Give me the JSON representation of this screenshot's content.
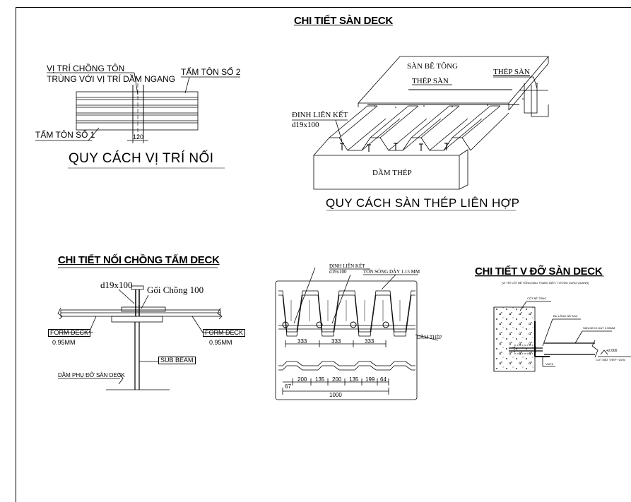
{
  "titles": {
    "main": "CHI TIẾT SÀN DECK",
    "joint_position": "QUY CÁCH VỊ TRÍ NỐI",
    "composite_floor": "QUY CÁCH SÀN THÉP LIÊN HỢP",
    "overlap_detail": "CHI TIẾT NỐI CHỒNG TẤM DECK",
    "angle_support": "CHI TIẾT V ĐỠ SÀN DECK"
  },
  "joint_position": {
    "overlap_label_line1": "VỊ TRÍ CHỒNG TÔN",
    "overlap_label_line2": "TRÙNG VỚI VỊ TRÍ DẦM NGANG",
    "sheet2": "TẤM TÔN SỐ 2",
    "sheet1": "TẤM TÔN SỐ 1",
    "overlap_dim": "120"
  },
  "composite_floor": {
    "concrete": "SÀN BÊ TÔNG",
    "rebar_top": "THÉP SÀN",
    "rebar_mid": "THÉP SÀN",
    "stud_line1": "ĐINH LIÊN KẾT",
    "stud_line2": "d19x100",
    "beam": "DẦM THÉP"
  },
  "overlap_detail": {
    "stud": "d19x100",
    "overlap": "Gối Chồng 100",
    "form_deck_left": "FORM DECK",
    "thickness_left": "0.95MM",
    "form_deck_right": "FORM DECK",
    "thickness_right": "0.95MM",
    "sub_beam": "SUB BEAM",
    "support_beam": "DẦM PHỤ ĐỠ SÀN DECK"
  },
  "profile": {
    "stud_line1": "ĐINH LIÊN KẾT",
    "stud_line2": "d19x100",
    "sheet_thickness": "TÔN SÓNG DÀY 1.15 MM",
    "beam": "DẦM THÉP",
    "spacing": [
      "333",
      "333",
      "333"
    ],
    "rib_dims": [
      "200",
      "135",
      "200",
      "135",
      "199",
      "64"
    ],
    "edge_dim": "67",
    "total_width": "1000"
  },
  "angle_support": {
    "note": "(VỊ TRÍ CỘT BÊ TÔNG,MAU THANG BẤY / TƯỜNG XUNG QUANH)",
    "wall_label": "CỘT BÊ TÔNG",
    "bolt_label": "BU LÔNG NỞ M10",
    "deck_label": "SÀN DECK DÀY 0.95MM",
    "angle_label": "V50*5",
    "level": "+2.000",
    "level_note": "COT MẶT THÉP +2000"
  }
}
